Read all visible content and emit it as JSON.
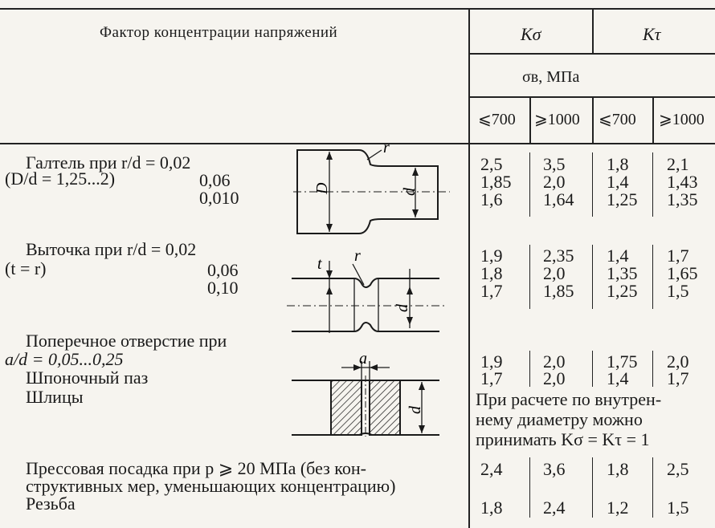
{
  "header": {
    "factor": "Фактор концентрации напряжений",
    "k_sigma": "Kσ",
    "k_tau": "Kτ",
    "sigma_b": "σв,  МПа",
    "cols": [
      "⩽700",
      "⩾1000",
      "⩽700",
      "⩾1000"
    ]
  },
  "rows": [
    {
      "label1": "Галтель при  r/d = 0,02",
      "label2": "(D/d = 1,25...2)",
      "sub": [
        "0,06",
        "0,010"
      ],
      "diagram_labels": [
        "r",
        "D",
        "d"
      ],
      "values": [
        [
          "2,5",
          "3,5",
          "1,8",
          "2,1"
        ],
        [
          "1,85",
          "2,0",
          "1,4",
          "1,43"
        ],
        [
          "1,6",
          "1,64",
          "1,25",
          "1,35"
        ]
      ]
    },
    {
      "label1": "Выточка  при  r/d = 0,02",
      "label2": "(t = r)",
      "sub": [
        "0,06",
        "0,10"
      ],
      "diagram_labels": [
        "t",
        "r",
        "d"
      ],
      "values": [
        [
          "1,9",
          "2,35",
          "1,4",
          "1,7"
        ],
        [
          "1,8",
          "2,0",
          "1,35",
          "1,65"
        ],
        [
          "1,7",
          "1,85",
          "1,25",
          "1,5"
        ]
      ]
    },
    {
      "label1": "Поперечное  отверстие  при",
      "label2": "a/d = 0,05...0,25",
      "values": [
        [
          "1,9",
          "2,0",
          "1,75",
          "2,0"
        ]
      ]
    },
    {
      "label1": "Шпоночный  паз",
      "diagram_labels": [
        "a",
        "d"
      ],
      "values": [
        [
          "1,7",
          "2,0",
          "1,4",
          "1,7"
        ]
      ]
    },
    {
      "label1": "Шлицы",
      "note_lines": [
        "При  расчете  по  внутрен-",
        "нему      диаметру      можно",
        "принимать  Kσ = Kτ = 1"
      ]
    },
    {
      "label1": "Прессовая  посадка  при  p ⩾ 20  МПа  (без  кон-",
      "label2": "структивных  мер,  уменьшающих  концентрацию)",
      "values": [
        [
          "2,4",
          "3,6",
          "1,8",
          "2,5"
        ]
      ]
    },
    {
      "label1": "Резьба",
      "values": [
        [
          "1,8",
          "2,4",
          "1,2",
          "1,5"
        ]
      ]
    }
  ]
}
